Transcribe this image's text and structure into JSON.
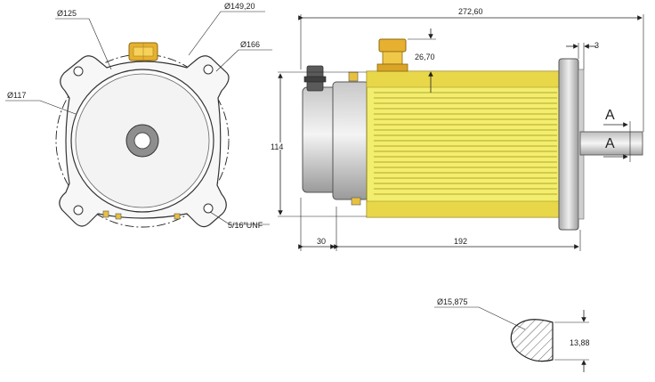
{
  "front_view": {
    "dia_125": "Ø125",
    "dia_149": "Ø149,20",
    "dia_166": "Ø166",
    "dia_117": "Ø117",
    "bolt_label": "5/16\"UNF"
  },
  "side_view": {
    "overall_length": "272,60",
    "flange_thickness": "3",
    "terminal_height": "26,70",
    "body_height": "114",
    "rear_cap_length": "30",
    "body_length": "192",
    "section_marker_top": "A",
    "section_marker_bottom": "A"
  },
  "shaft_section": {
    "shaft_dia": "Ø15,875",
    "flat_height": "13,88"
  },
  "colors": {
    "body_yellow": "#f2ee6e",
    "body_yellow_dark": "#d8c640",
    "metal_light": "#e6e6e6",
    "metal_dark": "#8a8a8a",
    "terminal_brass": "#e8b030",
    "line": "#222222"
  }
}
